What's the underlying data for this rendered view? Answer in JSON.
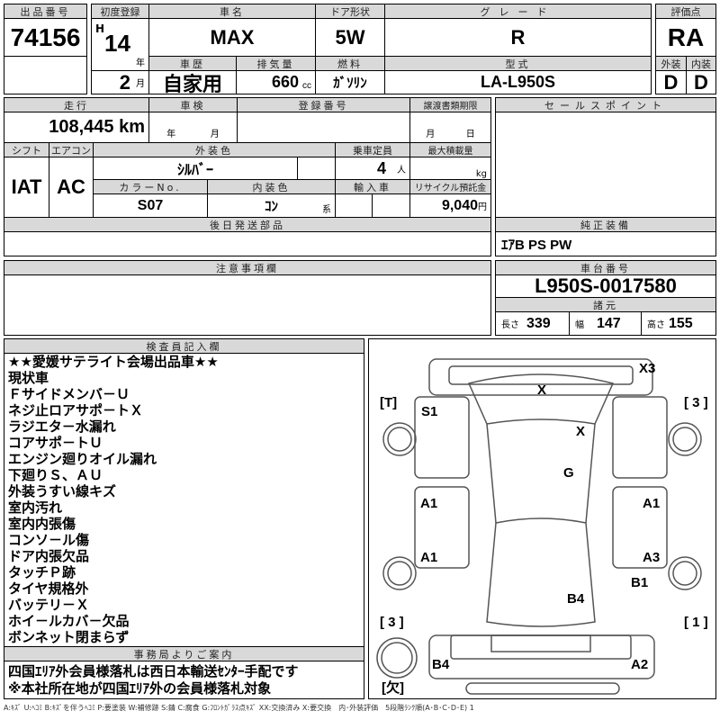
{
  "header": {
    "lot_label": "出品番号",
    "lot": "74156",
    "first_reg_label": "初度登録",
    "era": "H",
    "year": "14",
    "year_unit": "年",
    "month": "2",
    "month_unit": "月",
    "name_label": "車名",
    "name": "MAX",
    "door_label": "ドア形状",
    "door": "5W",
    "grade_label": "グレード",
    "grade": "R",
    "score_label": "評価点",
    "score": "RA",
    "history_label": "車歴",
    "history": "自家用",
    "displacement_label": "排気量",
    "displacement": "660",
    "displacement_unit": "cc",
    "fuel_label": "燃料",
    "fuel": "ｶﾞｿﾘﾝ",
    "model_label": "型式",
    "model": "LA-L950S",
    "ext_label": "外装",
    "int_label": "内装",
    "ext": "D",
    "int": "D"
  },
  "details": {
    "mileage_label": "走行",
    "mileage": "108,445 km",
    "inspection_label": "車検",
    "inspection_year": "年",
    "inspection_month": "月",
    "reg_no_label": "登録番号",
    "transfer_label": "譲渡書類期限",
    "transfer_month": "月",
    "transfer_day": "日",
    "shift_label": "シフト",
    "shift": "IAT",
    "ac_label": "エアコン",
    "ac": "AC",
    "color_label": "外装色",
    "color": "ｼﾙﾊﾞｰ",
    "seats_label": "乗車定員",
    "seats": "4",
    "seats_unit": "人",
    "load_label": "最大積載量",
    "load_unit": "kg",
    "color_no_label": "カラーNo.",
    "color_no": "S07",
    "interior_label": "内装色",
    "interior": "ｺﾝ",
    "interior_unit": "系",
    "import_label": "輸入車",
    "recycle_label": "リサイクル預託金",
    "recycle": "9,040",
    "recycle_unit": "円",
    "later_parts_label": "後日発送部品",
    "cautions_label": "注意事項欄"
  },
  "right": {
    "sales_label": "セールスポイント",
    "equipment_label": "純正装備",
    "equipment": "ｴｱB PS PW",
    "chassis_label": "車台番号",
    "chassis": "L950S-0017580",
    "spec_label": "諸元",
    "length_label": "長さ",
    "length": "339",
    "width_label": "幅",
    "width": "147",
    "height_label": "高さ",
    "height": "155"
  },
  "inspector": {
    "label": "検査員記入欄",
    "notes": [
      "★★愛媛サテライト会場出品車★★",
      "現状車",
      "Ｆサイドメンバ－Ｕ",
      "ネジ止ロアサポ－トＸ",
      "ラジエタ－水漏れ",
      "コアサポ－トＵ",
      "エンジン廻りオイル漏れ",
      "下廻りＳ、ＡＵ",
      "外装うすい線キズ",
      "室内汚れ",
      "室内内張傷",
      "コンソ－ル傷",
      "ドア内張欠品",
      "タッチＰ跡",
      "タイヤ規格外",
      "バッテリ－Ｘ",
      "ホイ－ルカバ－欠品",
      "ボンネット閉まらず"
    ]
  },
  "office": {
    "label": "事務局よりご案内",
    "lines": [
      "四国ｴﾘｱ外会員様落札は西日本輸送ｾﾝﾀｰ手配です",
      "※本社所在地が四国ｴﾘｱ外の会員様落札対象"
    ]
  },
  "diagram": {
    "marks": [
      "X3",
      "X",
      "[T]",
      "S1",
      "[ 3 ]",
      "X",
      "G",
      "A1",
      "A1",
      "A1",
      "A3",
      "B1",
      "B4",
      "[ 3 ]",
      "[ 1 ]",
      "B4",
      "A2",
      "[欠]"
    ]
  },
  "footer": "A:ｷｽﾞ U:ﾍｺﾐ B:ｷｽﾞを伴うﾍｺﾐ P:要塗装 W:補修跡 S:錆 C:腐食 G:ﾌﾛﾝﾄｶﾞﾗｽ点ｷｽﾞ XX:交換済み X:要交換　内･外装評価　5段階ﾗﾝｸ順(A･B･C･D･E) 1"
}
